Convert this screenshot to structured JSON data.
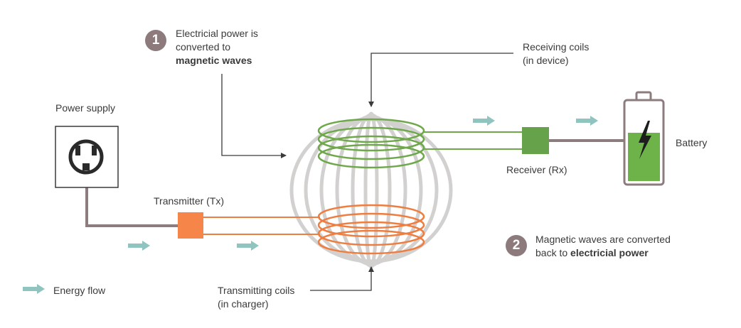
{
  "colors": {
    "energy_flow": "#8fc4bf",
    "receiving_coil": "#6ea84a",
    "transmitting_coil": "#ee7d40",
    "transmitter_box": "#f58548",
    "receiver_box": "#65a24a",
    "wire": "#8c7c7e",
    "field_lines": "#d3d0d0",
    "step_badge": "#8c7a7d",
    "battery_fill": "#6db34a"
  },
  "steps": [
    {
      "number": "1",
      "text_line1": "Electricial power is",
      "text_line2": "converted to",
      "text_bold": "magnetic waves"
    },
    {
      "number": "2",
      "text_line1": "Magnetic waves are converted",
      "text_line2_prefix": "back to ",
      "text_bold": "electricial power"
    }
  ],
  "labels": {
    "power_supply": "Power supply",
    "transmitter": "Transmitter (Tx)",
    "receiver": "Receiver (Rx)",
    "battery": "Battery",
    "receiving_coils_line1": "Receiving coils",
    "receiving_coils_line2": "(in device)",
    "transmitting_coils_line1": "Transmitting coils",
    "transmitting_coils_line2": "(in charger)"
  },
  "legend": {
    "energy_flow": "Energy flow",
    "icon": "right-arrow-icon"
  },
  "icons": {
    "plug": "power-socket-icon",
    "battery": "battery-icon",
    "bolt": "lightning-bolt-icon"
  }
}
